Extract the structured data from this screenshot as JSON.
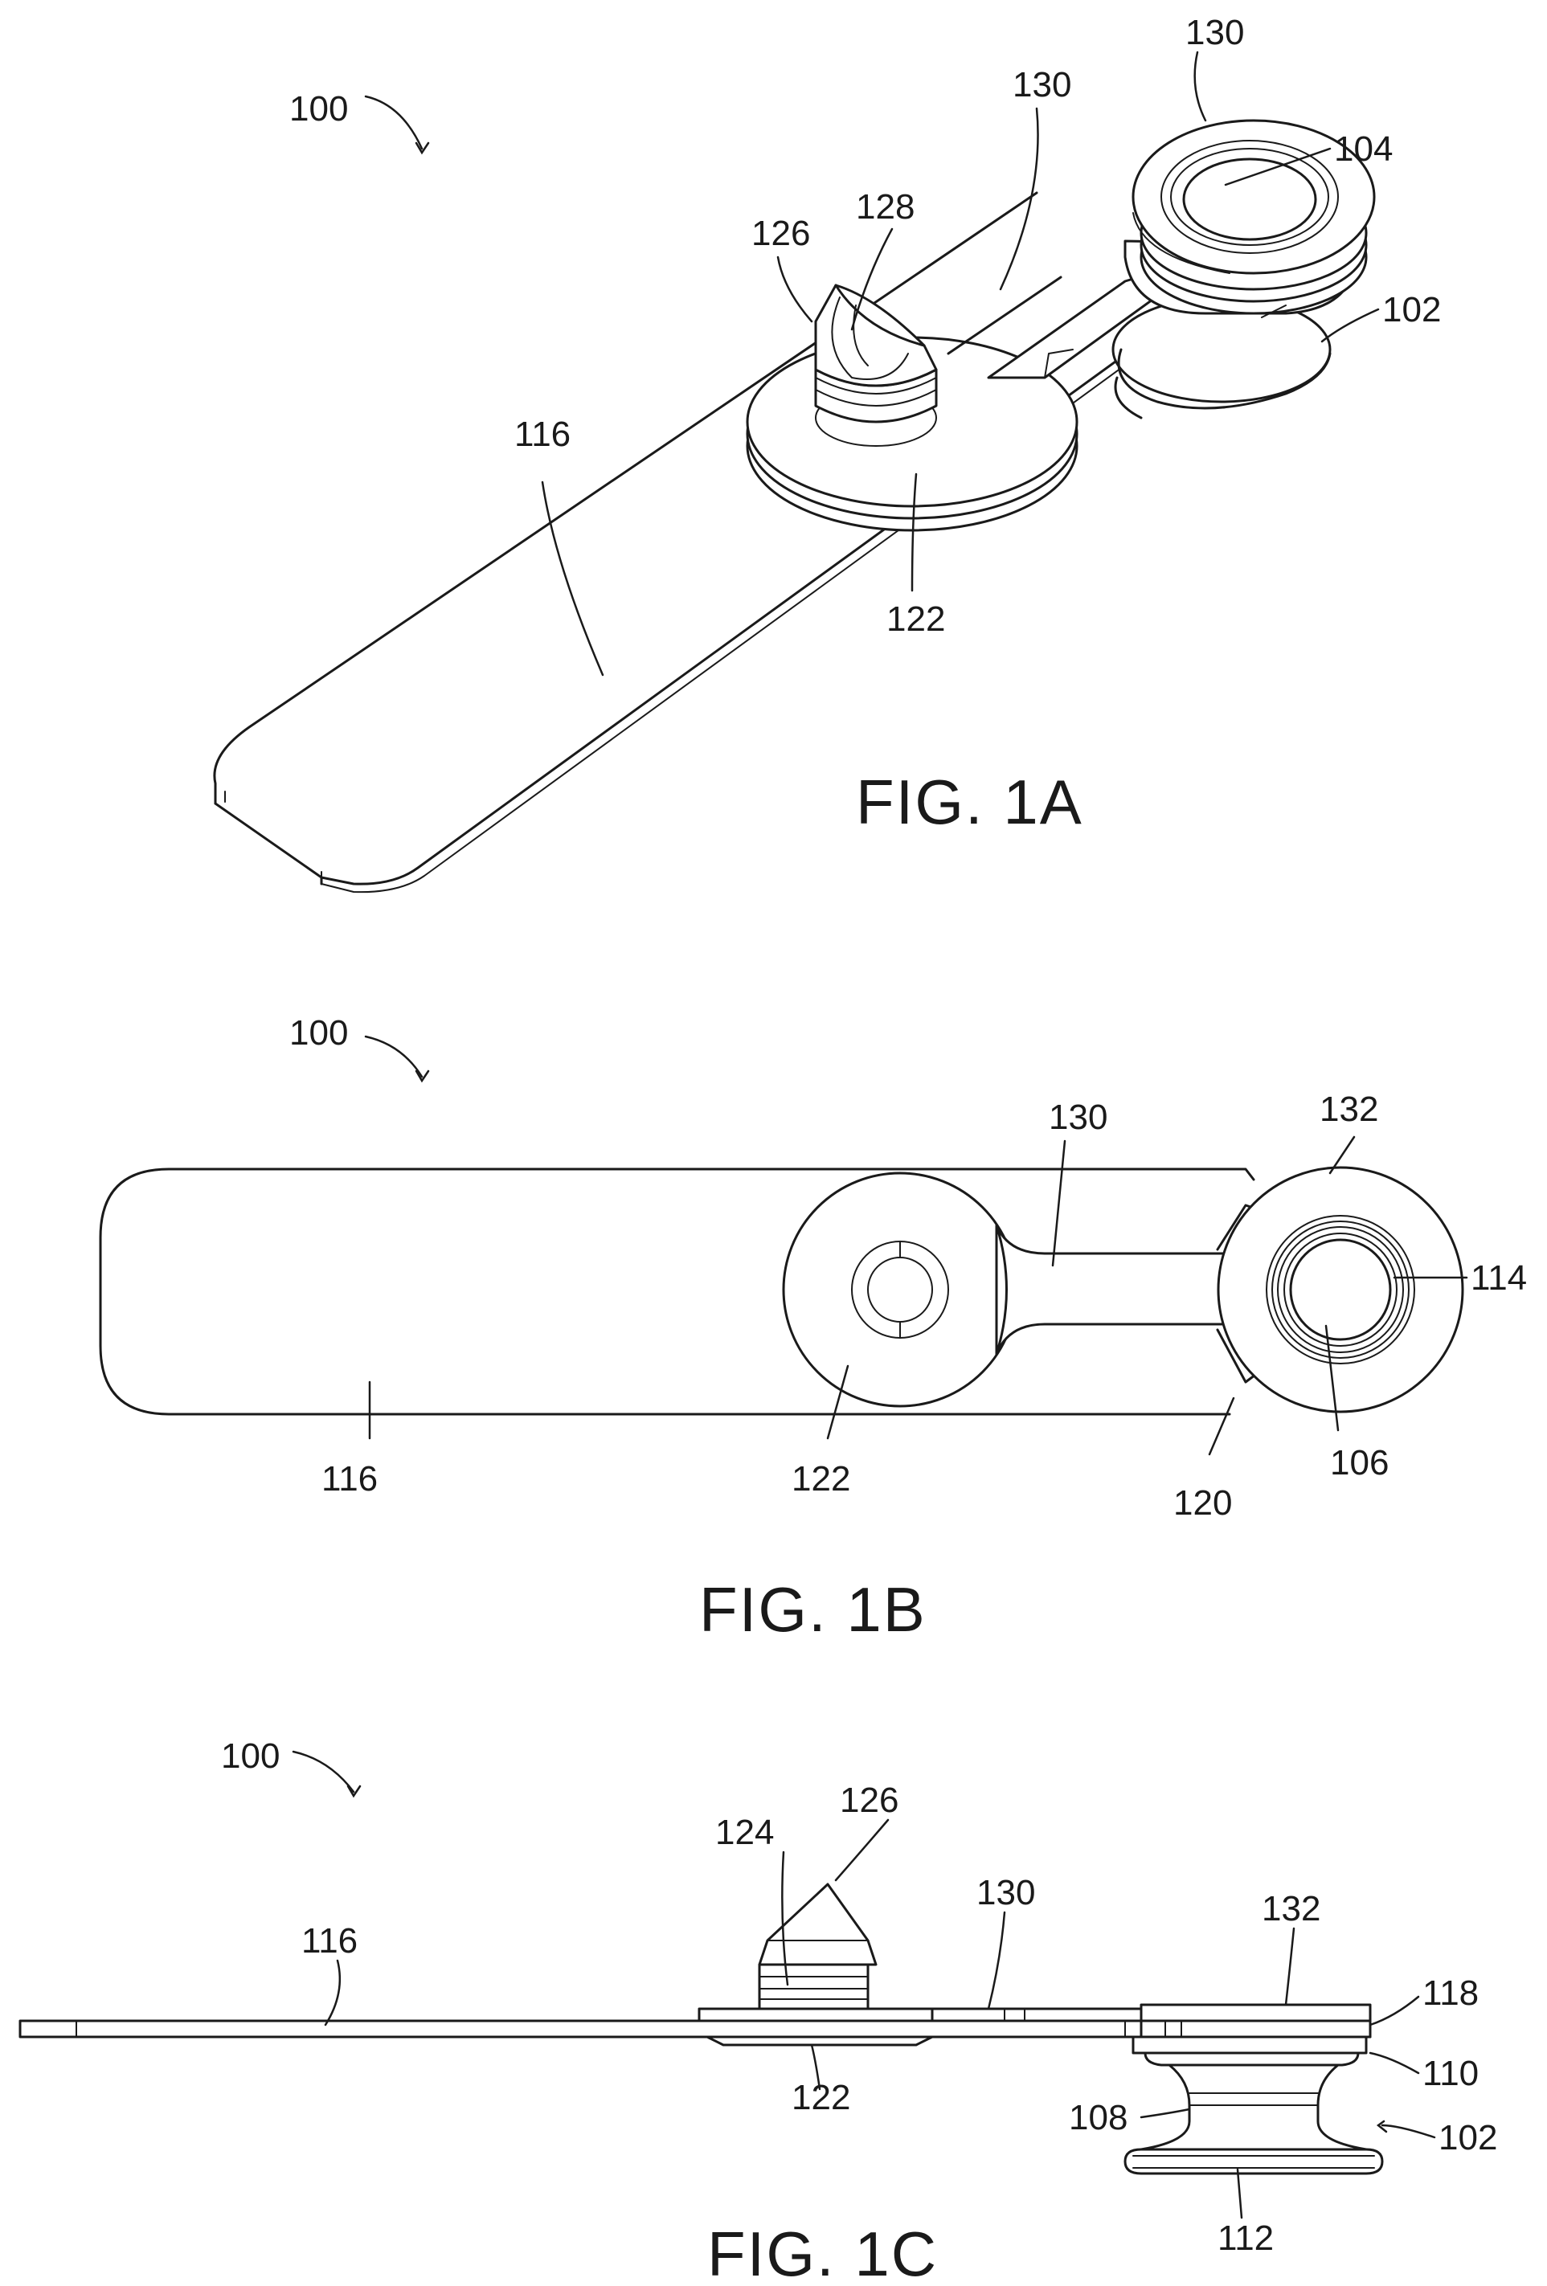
{
  "figures": [
    {
      "caption": "FIG. 1A",
      "refs": {
        "r100": "100",
        "r130a": "130",
        "r130b": "130",
        "r104": "104",
        "r126": "126",
        "r128": "128",
        "r102": "102",
        "r116": "116",
        "r122": "122"
      }
    },
    {
      "caption": "FIG. 1B",
      "refs": {
        "r100": "100",
        "r130": "130",
        "r132": "132",
        "r114": "114",
        "r116": "116",
        "r122": "122",
        "r106": "106",
        "r120": "120"
      }
    },
    {
      "caption": "FIG. 1C",
      "refs": {
        "r100": "100",
        "r126": "126",
        "r124": "124",
        "r116": "116",
        "r130": "130",
        "r132": "132",
        "r118": "118",
        "r122": "122",
        "r110": "110",
        "r108": "108",
        "r102": "102",
        "r112": "112"
      }
    }
  ]
}
